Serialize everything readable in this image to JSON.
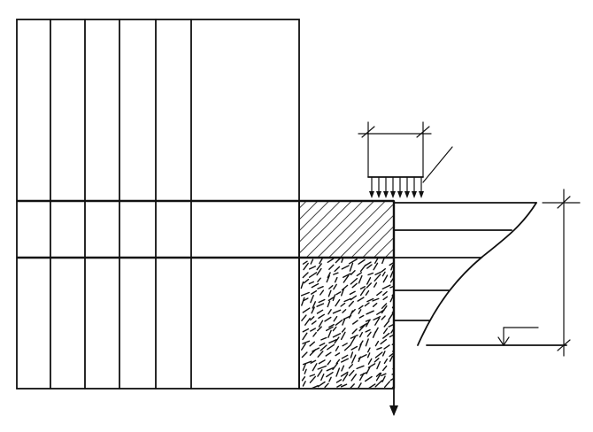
{
  "diagram": {
    "colors": {
      "ink": "#111111",
      "paper": "#ffffff"
    },
    "components": [
      "building-block",
      "hatched-retaining-zone",
      "dashed-soil-zone",
      "surcharge-load",
      "pressure-distribution-curve",
      "dimension-markers",
      "water-level-marker",
      "downward-arrow"
    ]
  }
}
